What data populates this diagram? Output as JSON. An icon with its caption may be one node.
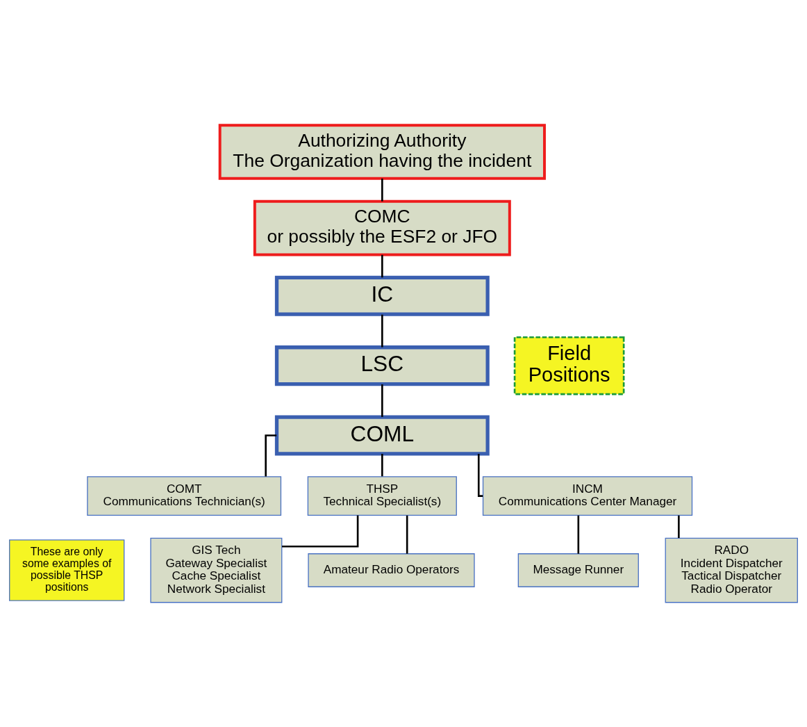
{
  "diagram": {
    "nodes": [
      {
        "text": [
          "Authorizing Authority",
          "The Organization having the incident"
        ]
      },
      {
        "text": [
          "COMC",
          "or possibly the ESF2 or JFO"
        ]
      },
      {
        "text": [
          "IC"
        ]
      },
      {
        "text": [
          "LSC"
        ]
      },
      {
        "text": [
          "COML"
        ]
      },
      {
        "text": [
          "Field Positions"
        ]
      },
      {
        "text": [
          "COMT",
          "Communications Technician(s)"
        ]
      },
      {
        "text": [
          "THSP",
          "Technical Specialist(s)"
        ]
      },
      {
        "text": [
          "INCM",
          "Communications Center Manager"
        ]
      },
      {
        "text": [
          "GIS Tech",
          "Gateway Specialist",
          "Cache Specialist",
          "Network Specialist"
        ]
      },
      {
        "text": [
          "These are only some examples of possible THSP positions"
        ]
      },
      {
        "text": [
          "Amateur Radio Operators"
        ]
      },
      {
        "text": [
          "RADO",
          "Incident Dispatcher",
          "Tactical Dispatcher",
          "Radio Operator"
        ]
      },
      {
        "text": [
          "Message Runner"
        ]
      }
    ],
    "edges": [
      {
        "from": 0,
        "to": 1,
        "arrow": "none"
      },
      {
        "from": 1,
        "to": 2,
        "arrow": "none"
      },
      {
        "from": 2,
        "to": 3,
        "arrow": "none"
      },
      {
        "from": 3,
        "to": 4,
        "arrow": "none"
      },
      {
        "from": 4,
        "to": 6,
        "arrow": "none"
      },
      {
        "from": 4,
        "to": 7,
        "arrow": "none"
      },
      {
        "from": 4,
        "to": 8,
        "arrow": "none"
      },
      {
        "from": 7,
        "to": 9,
        "arrow": "none"
      },
      {
        "from": 7,
        "to": 11,
        "arrow": "none"
      },
      {
        "from": 8,
        "to": 12,
        "arrow": "none"
      },
      {
        "from": 8,
        "to": 13,
        "arrow": "none"
      }
    ]
  }
}
